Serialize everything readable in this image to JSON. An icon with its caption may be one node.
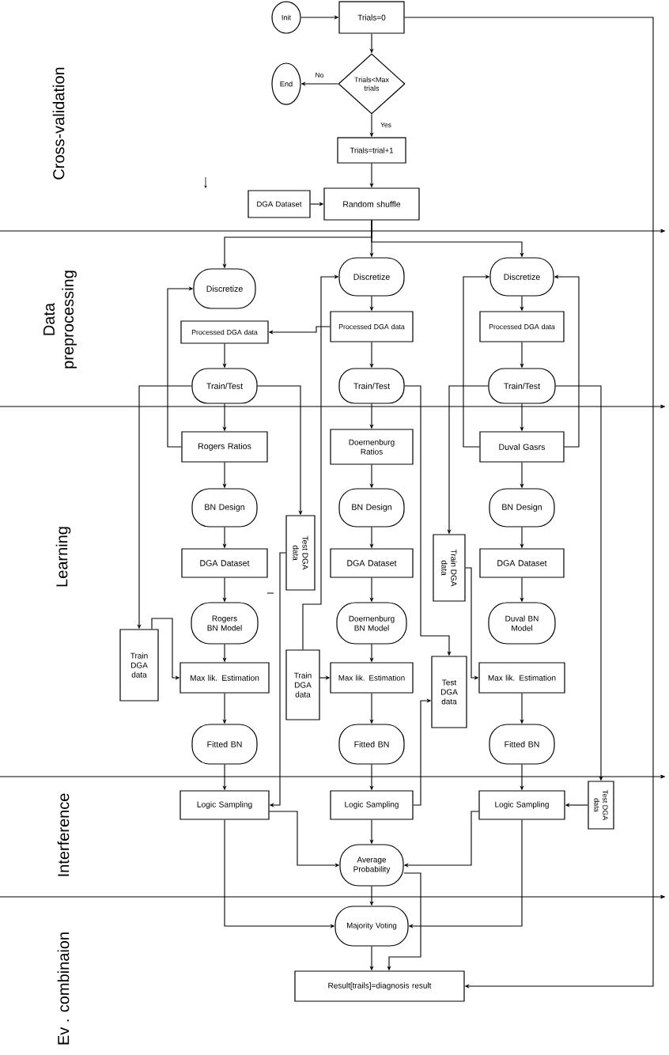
{
  "diagram": {
    "nodes": [
      {
        "text": [
          "Init"
        ]
      },
      {
        "text": [
          "Trials=0"
        ]
      },
      {
        "text": [
          "Trials<Max trials"
        ]
      },
      {
        "text": [
          "End"
        ]
      },
      {
        "text": [
          "Trials=trial+1"
        ]
      },
      {
        "text": [
          "DGA Dataset"
        ]
      },
      {
        "text": [
          "Random shuffle"
        ]
      },
      {
        "text": [
          "Discretize"
        ]
      },
      {
        "text": [
          "Processed DGA data"
        ]
      },
      {
        "text": [
          "Train/Test"
        ]
      },
      {
        "text": [
          "Discretize"
        ]
      },
      {
        "text": [
          "Processed DGA data"
        ]
      },
      {
        "text": [
          "Train/Test"
        ]
      },
      {
        "text": [
          "Discretize"
        ]
      },
      {
        "text": [
          "Processed DGA data"
        ]
      },
      {
        "text": [
          "Train/Test"
        ]
      },
      {
        "text": [
          "Rogers Ratios"
        ]
      },
      {
        "text": [
          "Doernenburg Ratios"
        ]
      },
      {
        "text": [
          "Duval Gasrs"
        ]
      },
      {
        "text": [
          "BN Design"
        ]
      },
      {
        "text": [
          "BN Design"
        ]
      },
      {
        "text": [
          "BN Design"
        ]
      },
      {
        "text": [
          "Test DGA data"
        ]
      },
      {
        "text": [
          "Train DGA data"
        ]
      },
      {
        "text": [
          "DGA Dataset"
        ]
      },
      {
        "text": [
          "DGA Dataset"
        ]
      },
      {
        "text": [
          "DGA Dataset"
        ]
      },
      {
        "text": [
          "Rogers BN Model"
        ]
      },
      {
        "text": [
          "Doernenburg BN Model"
        ]
      },
      {
        "text": [
          "Duval BN Model"
        ]
      },
      {
        "text": [
          "Train DGA data"
        ]
      },
      {
        "text": [
          "Train DGA data"
        ]
      },
      {
        "text": [
          "Test DGA data"
        ]
      },
      {
        "text": [
          "Max lik. Estimation"
        ]
      },
      {
        "text": [
          "Max lik. Estimation"
        ]
      },
      {
        "text": [
          "Max lik. Estimation"
        ]
      },
      {
        "text": [
          "Fitted BN"
        ]
      },
      {
        "text": [
          "Fitted BN"
        ]
      },
      {
        "text": [
          "Fitted BN"
        ]
      },
      {
        "text": [
          "Test DGA data"
        ]
      },
      {
        "text": [
          "Logic Sampling"
        ]
      },
      {
        "text": [
          "Logic Sampling"
        ]
      },
      {
        "text": [
          "Logic Sampling"
        ]
      },
      {
        "text": [
          "Average Probability"
        ]
      },
      {
        "text": [
          "Majority Voting"
        ]
      },
      {
        "text": [
          "Result[trails]=diagnosis result"
        ]
      }
    ],
    "edges": [
      {
        "from": 0,
        "to": 1,
        "arrow": "to"
      },
      {
        "from": 1,
        "to": 2,
        "arrow": "to"
      },
      {
        "from": 2,
        "to": 3,
        "arrow": "to",
        "label": "No"
      },
      {
        "from": 2,
        "to": 4,
        "arrow": "to",
        "label": "Yes"
      },
      {
        "from": 4,
        "to": 6,
        "arrow": "to"
      },
      {
        "from": 5,
        "to": 6,
        "arrow": "to"
      },
      {
        "from": 6,
        "to": 7,
        "arrow": "to"
      },
      {
        "from": 6,
        "to": 10,
        "arrow": "to"
      },
      {
        "from": 6,
        "to": 13,
        "arrow": "to"
      },
      {
        "from": 11,
        "to": 8,
        "arrow": "to"
      },
      {
        "from": 8,
        "to": 9,
        "arrow": "to"
      },
      {
        "from": 10,
        "to": 11,
        "arrow": "to"
      },
      {
        "from": 11,
        "to": 12,
        "arrow": "to"
      },
      {
        "from": 13,
        "to": 14,
        "arrow": "to"
      },
      {
        "from": 14,
        "to": 15,
        "arrow": "to"
      },
      {
        "from": 9,
        "to": 16,
        "arrow": "to"
      },
      {
        "from": 12,
        "to": 17,
        "arrow": "to"
      },
      {
        "from": 15,
        "to": 18,
        "arrow": "to"
      },
      {
        "from": 16,
        "to": 7,
        "arrow": "to"
      },
      {
        "from": 31,
        "to": 10,
        "arrow": "to"
      },
      {
        "from": 18,
        "to": 13,
        "arrow": "to"
      },
      {
        "from": 18,
        "to": 13,
        "arrow": "to"
      },
      {
        "from": 9,
        "to": 30,
        "arrow": "to"
      },
      {
        "from": 9,
        "to": 22,
        "arrow": "to"
      },
      {
        "from": 12,
        "to": 32,
        "arrow": "to"
      },
      {
        "from": 15,
        "to": 23,
        "arrow": "to"
      },
      {
        "from": 15,
        "to": 39,
        "arrow": "to"
      },
      {
        "from": 16,
        "to": 19,
        "arrow": "to"
      },
      {
        "from": 17,
        "to": 20,
        "arrow": "to"
      },
      {
        "from": 18,
        "to": 21,
        "arrow": "to"
      },
      {
        "from": 19,
        "to": 24,
        "arrow": "to"
      },
      {
        "from": 20,
        "to": 25,
        "arrow": "to"
      },
      {
        "from": 21,
        "to": 26,
        "arrow": "to"
      },
      {
        "from": 24,
        "to": 27,
        "arrow": "to"
      },
      {
        "from": 25,
        "to": 28,
        "arrow": "to"
      },
      {
        "from": 26,
        "to": 29,
        "arrow": "to"
      },
      {
        "from": 27,
        "to": 33,
        "arrow": "to"
      },
      {
        "from": 28,
        "to": 34,
        "arrow": "to"
      },
      {
        "from": 30,
        "to": 33,
        "arrow": "to"
      },
      {
        "from": 31,
        "to": 34,
        "arrow": "to"
      },
      {
        "from": 23,
        "to": 35,
        "arrow": "to"
      },
      {
        "from": 33,
        "to": 36,
        "arrow": "to"
      },
      {
        "from": 34,
        "to": 37,
        "arrow": "to"
      },
      {
        "from": 35,
        "to": 38,
        "arrow": "to"
      },
      {
        "from": 36,
        "to": 40,
        "arrow": "to"
      },
      {
        "from": 37,
        "to": 41,
        "arrow": "to"
      },
      {
        "from": 38,
        "to": 42,
        "arrow": "to"
      },
      {
        "from": 22,
        "to": 40,
        "arrow": "to"
      },
      {
        "from": 41,
        "to": 32,
        "arrow": "to"
      },
      {
        "from": 39,
        "to": 42,
        "arrow": "to"
      },
      {
        "from": 40,
        "to": 43,
        "arrow": "to"
      },
      {
        "from": 41,
        "to": 43,
        "arrow": "to"
      },
      {
        "from": 42,
        "to": 43,
        "arrow": "to"
      },
      {
        "from": 43,
        "to": 44,
        "arrow": "to"
      },
      {
        "from": 40,
        "to": 44,
        "arrow": "to"
      },
      {
        "from": 42,
        "to": 44,
        "arrow": "to"
      },
      {
        "from": 44,
        "to": 45,
        "arrow": "to"
      },
      {
        "from": 43,
        "to": 45,
        "arrow": "to"
      },
      {
        "from": 1,
        "to": 45,
        "arrow": "to"
      }
    ],
    "labels": [
      "Cross-validation",
      "Data preprocessing",
      "Learning",
      "Interference",
      "Ev . combinaion"
    ]
  }
}
